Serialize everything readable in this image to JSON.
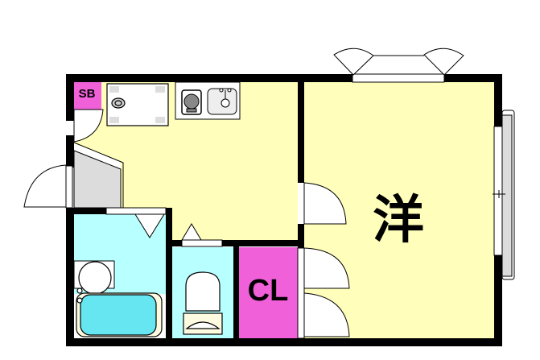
{
  "floorplan": {
    "rooms": [
      {
        "id": "western-room",
        "label": "洋",
        "color": "#ffffbb"
      },
      {
        "id": "kitchen",
        "label": "",
        "color": "#ffffbb"
      },
      {
        "id": "closet",
        "label": "CL",
        "color": "#f060d8"
      },
      {
        "id": "shoe-box",
        "label": "SB",
        "color": "#f060d8"
      },
      {
        "id": "bathroom",
        "label": "",
        "color": "#b8ffff"
      },
      {
        "id": "toilet",
        "label": "",
        "color": "#b8ffff"
      },
      {
        "id": "entrance",
        "label": "",
        "color": "#dcdcdc"
      }
    ],
    "fixtures": [
      "washing-machine",
      "stove",
      "sink",
      "bathtub",
      "washbasin",
      "toilet-bowl"
    ],
    "colors": {
      "wall": "#000000",
      "living": "#ffffbb",
      "wet": "#b8ffff",
      "storage": "#f060d8",
      "floor_grey": "#dcdcdc"
    }
  }
}
